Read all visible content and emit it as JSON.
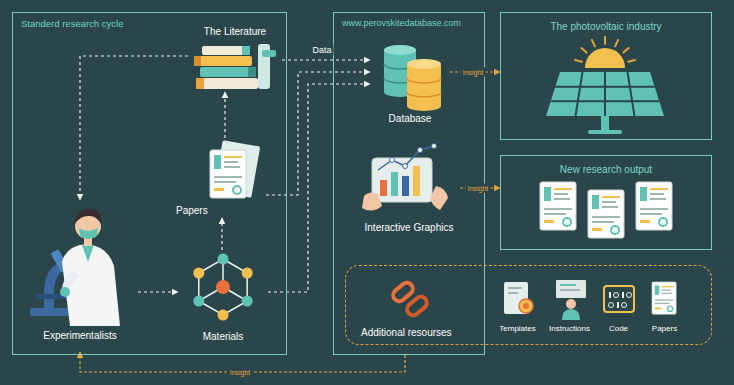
{
  "diagram": {
    "nodes": [
      {
        "text": [
          "Standerd research cycle"
        ]
      },
      {
        "text": [
          "The Literature"
        ],
        "in": 0
      },
      {
        "text": [
          "Papers"
        ],
        "in": 0
      },
      {
        "text": [
          "Experimentalists"
        ],
        "in": 0
      },
      {
        "text": [
          "Materials"
        ],
        "in": 0
      },
      {
        "text": [
          "www.perovskitedatabase.com"
        ]
      },
      {
        "text": [
          "Database"
        ],
        "in": 5
      },
      {
        "text": [
          "Interactive Graphics"
        ],
        "in": 5
      },
      {
        "text": [
          "The photovoltaic industry"
        ]
      },
      {
        "text": [
          "New research output"
        ]
      },
      {
        "text": [
          "Additional resourses"
        ]
      },
      {
        "text": [
          "Templates"
        ],
        "in": 10
      },
      {
        "text": [
          "Instructions"
        ],
        "in": 10
      },
      {
        "text": [
          "Code"
        ],
        "in": 10
      },
      {
        "text": [
          "Papers"
        ],
        "in": 10
      }
    ],
    "edges": [
      {
        "from": 1,
        "to": 6,
        "label": "Data",
        "arrow": "to"
      },
      {
        "from": 2,
        "to": 6,
        "arrow": "to"
      },
      {
        "from": 4,
        "to": 6,
        "arrow": "to"
      },
      {
        "from": 2,
        "to": 1,
        "arrow": "to"
      },
      {
        "from": 4,
        "to": 2,
        "arrow": "to"
      },
      {
        "from": 3,
        "to": 4,
        "arrow": "to"
      },
      {
        "from": 1,
        "to": 3,
        "arrow": "to"
      },
      {
        "from": 6,
        "to": 8,
        "label": "Insight",
        "arrow": "to"
      },
      {
        "from": 7,
        "to": 9,
        "label": "Insight",
        "arrow": "to"
      },
      {
        "from": 5,
        "to": 3,
        "label": "Insight",
        "arrow": "to"
      }
    ]
  }
}
